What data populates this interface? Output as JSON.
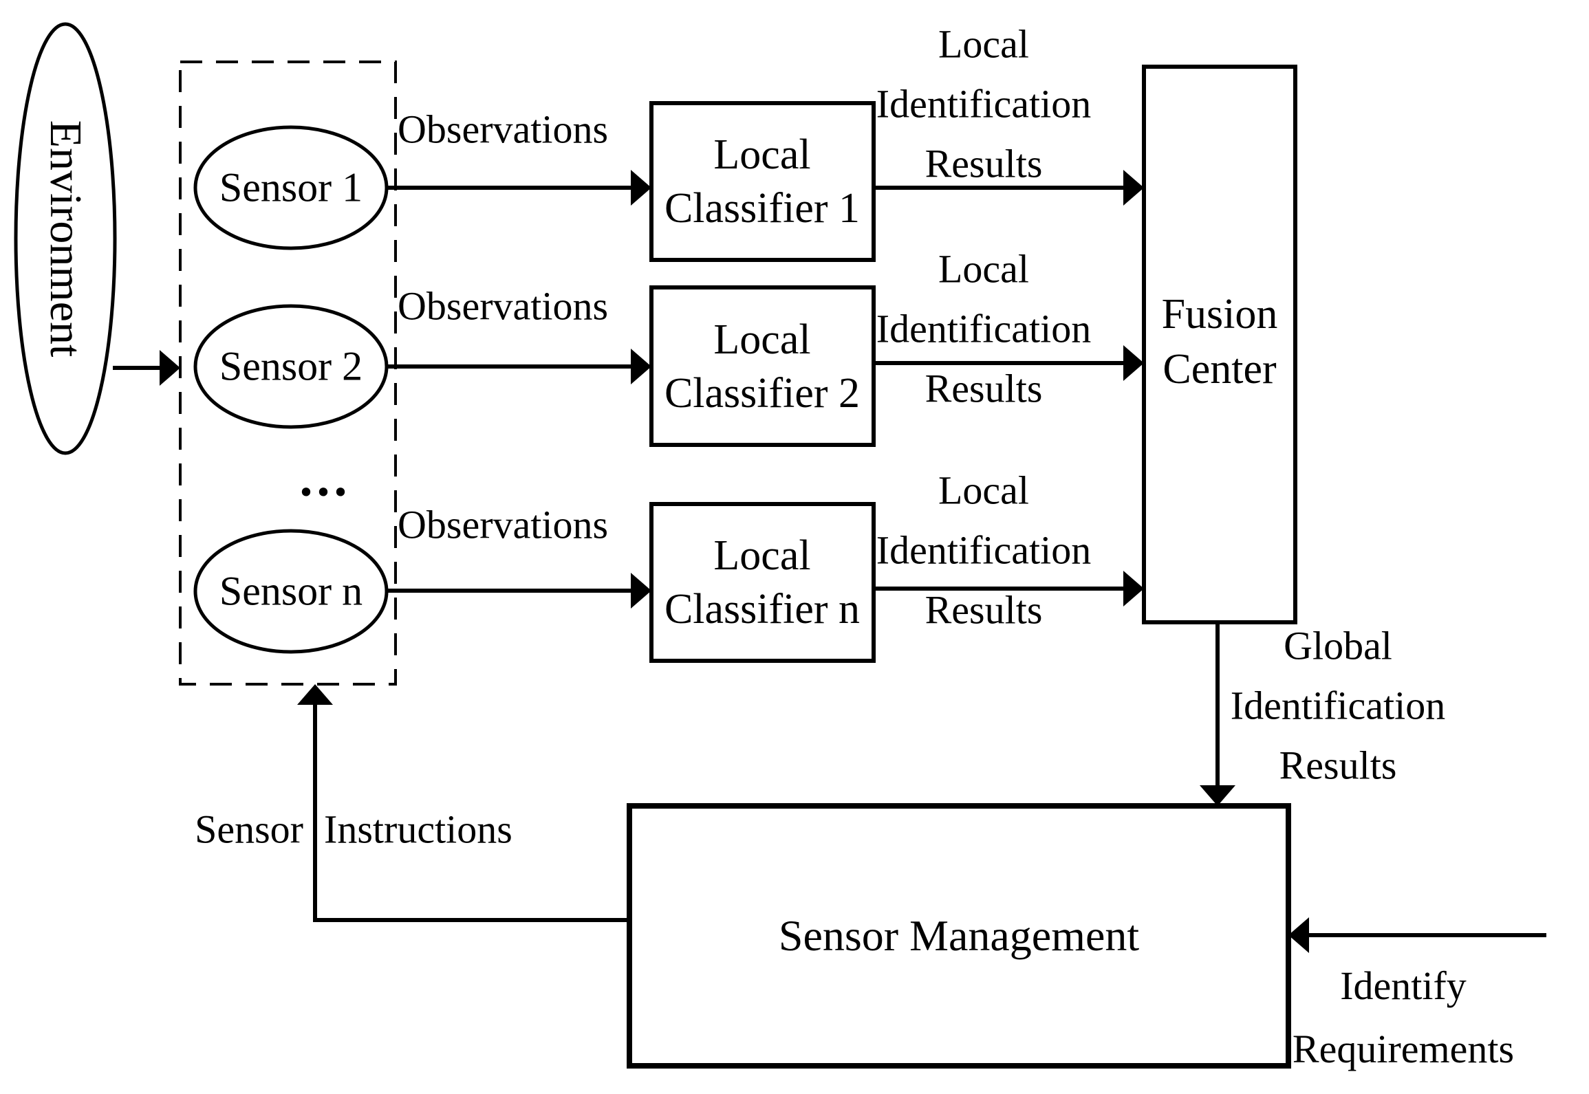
{
  "colors": {
    "ink": "#000000",
    "background": "#ffffff"
  },
  "environment": {
    "label": "Environment"
  },
  "sensor_group": {
    "sensors": [
      "Sensor 1",
      "Sensor 2",
      "Sensor n"
    ],
    "ellipsis": "..."
  },
  "classifiers": [
    {
      "lines": [
        "Local",
        "Classifier 1"
      ]
    },
    {
      "lines": [
        "Local",
        "Classifier 2"
      ]
    },
    {
      "lines": [
        "Local",
        "Classifier n"
      ]
    }
  ],
  "fusion_center": {
    "lines": [
      "Fusion",
      "Center"
    ]
  },
  "sensor_management": {
    "label": "Sensor Management"
  },
  "flow_labels": {
    "observations": [
      "Observations",
      "Observations",
      "Observations"
    ],
    "local_identification_results": [
      {
        "lines": [
          "Local",
          "Identification",
          "Results"
        ]
      },
      {
        "lines": [
          "Local",
          "Identification",
          "Results"
        ]
      },
      {
        "lines": [
          "Local",
          "Identification",
          "Results"
        ]
      }
    ],
    "global_identification_results": {
      "lines": [
        "Global",
        "Identification",
        "Results"
      ]
    },
    "sensor_instructions": {
      "word1": "Sensor",
      "word2": "Instructions"
    },
    "identify_requirements": {
      "lines": [
        "Identify",
        "Requirements"
      ]
    }
  }
}
